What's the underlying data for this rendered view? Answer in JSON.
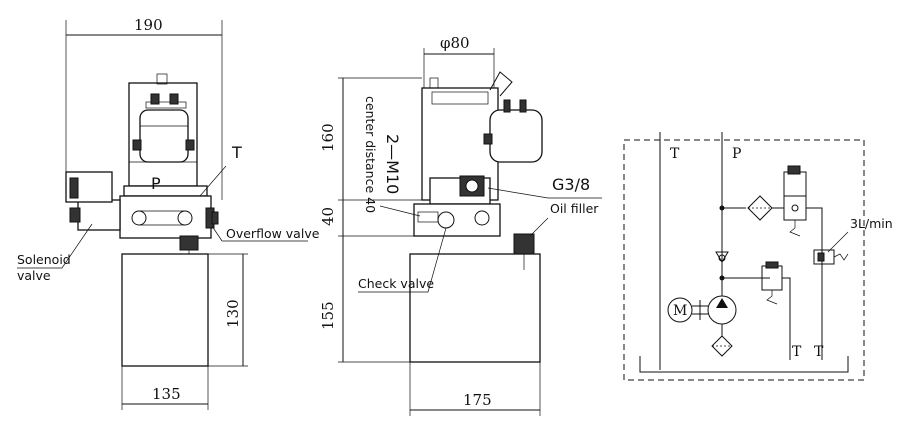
{
  "dimensions": {
    "total_width": "190",
    "tank_width": "135",
    "tank_height": "130",
    "motor_diameter": "φ80",
    "motor_height": "160",
    "block_height": "40",
    "side_tank_height": "155",
    "side_width": "175",
    "bolts": "2—M10",
    "center_distance": "center distance 40"
  },
  "labels": {
    "p": "P",
    "t": "T",
    "solenoid_valve_line1": "Solenoid",
    "solenoid_valve_line2": "valve",
    "overflow_valve": "Overflow valve",
    "check_valve": "Check valve",
    "port_size": "G3/8",
    "oil_filler": "Oil filler"
  },
  "schematic": {
    "t_left": "T",
    "p_top": "P",
    "flow_rate": "3L/min",
    "motor": "M",
    "t_bottom_1": "T",
    "t_bottom_2": "T"
  },
  "colors": {
    "line": "#111111",
    "fill_dark": "#333333",
    "background": "#ffffff"
  }
}
